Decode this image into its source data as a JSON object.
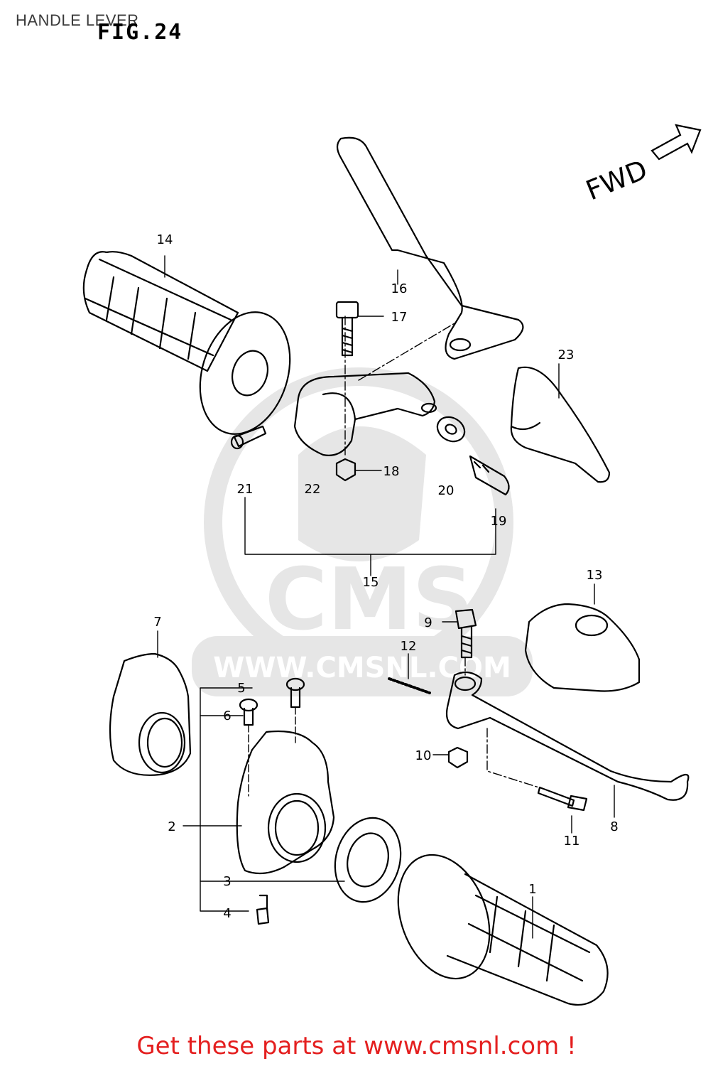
{
  "header": {
    "title": "HANDLE LEVER",
    "figure": "FIG.24"
  },
  "direction_label": "FWD",
  "watermark": {
    "brand": "CMS",
    "url": "WWW.CMSNL.COM"
  },
  "callouts": {
    "c1": "1",
    "c2": "2",
    "c3": "3",
    "c4": "4",
    "c5": "5",
    "c6": "6",
    "c7": "7",
    "c8": "8",
    "c9": "9",
    "c10": "10",
    "c11": "11",
    "c12": "12",
    "c13": "13",
    "c14": "14",
    "c15": "15",
    "c16": "16",
    "c17": "17",
    "c18": "18",
    "c19": "19",
    "c20": "20",
    "c21": "21",
    "c22": "22",
    "c23": "23"
  },
  "footer": {
    "cta": "Get these parts at www.cmsnl.com !"
  },
  "colors": {
    "line": "#000000",
    "watermark": "#e6e6e6",
    "footer_text": "#e41f1f"
  }
}
